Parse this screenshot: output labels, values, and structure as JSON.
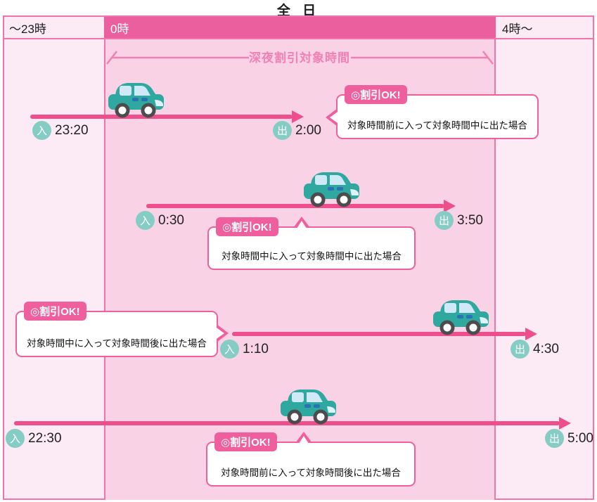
{
  "title": "全 日",
  "header": {
    "left": "〜23時",
    "middle": "0時",
    "right": "4時〜"
  },
  "bracket": {
    "label": "深夜割引対象時間"
  },
  "labels": {
    "discount_ok": "◎割引OK!",
    "entry": "入",
    "exit": "出"
  },
  "rows": [
    {
      "entry_time": "23:20",
      "exit_time": "2:00",
      "note": "対象時間前に入って対象時間中に出た場合"
    },
    {
      "entry_time": "0:30",
      "exit_time": "3:50",
      "note": "対象時間中に入って対象時間中に出た場合"
    },
    {
      "entry_time": "1:10",
      "exit_time": "4:30",
      "note": "対象時間中に入って対象時間後に出た場合"
    },
    {
      "entry_time": "22:30",
      "exit_time": "5:00",
      "note": "対象時間前に入って対象時間後に出た場合"
    }
  ],
  "colors": {
    "header_pink": "#ec5f9f",
    "arrow_pink": "#ee4e8c",
    "panel_light": "#fceaf4",
    "panel_mid": "#f9d2e5",
    "border_pink": "#f173ab",
    "badge_teal": "#85cdc4",
    "car_teal": "#2fa8a0"
  }
}
